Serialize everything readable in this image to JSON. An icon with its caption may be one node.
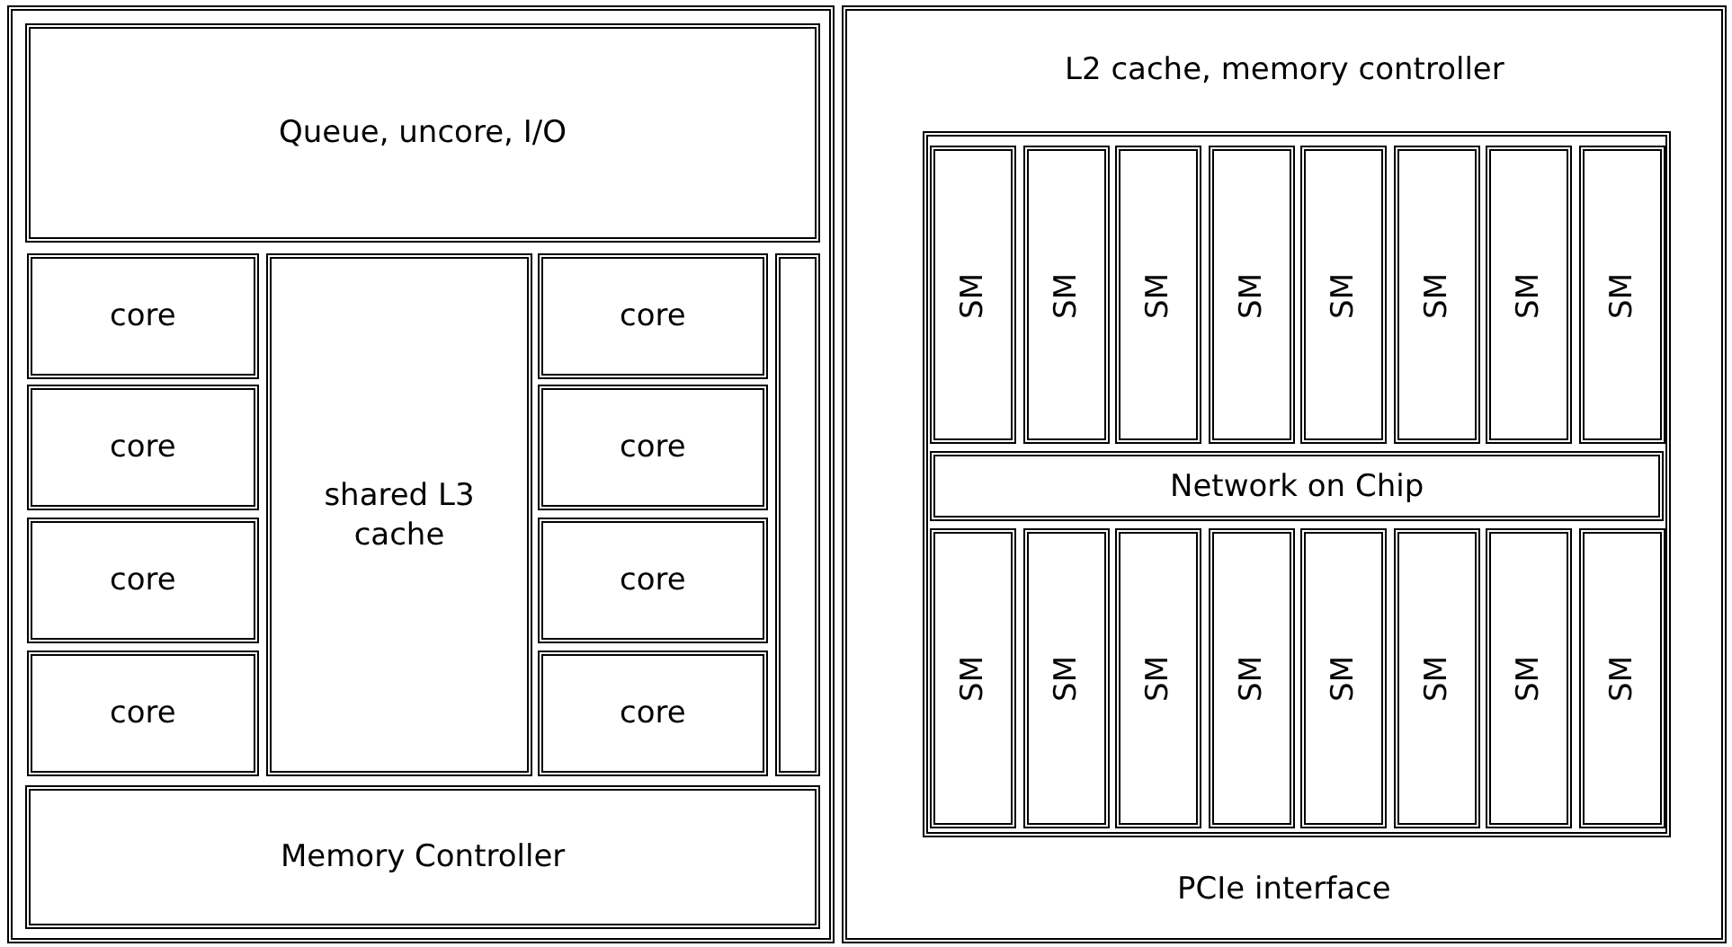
{
  "diagram": {
    "nodes": [
      {
        "text": [],
        "shape": "box"
      },
      {
        "text": [
          "Queue, uncore, I/O"
        ],
        "in": 0
      },
      {
        "text": [
          "core"
        ],
        "in": 0
      },
      {
        "text": [
          "core"
        ],
        "in": 0
      },
      {
        "text": [
          "core"
        ],
        "in": 0
      },
      {
        "text": [
          "core"
        ],
        "in": 0
      },
      {
        "text": [
          "shared L3 cache"
        ],
        "in": 0
      },
      {
        "text": [
          "core"
        ],
        "in": 0
      },
      {
        "text": [
          "core"
        ],
        "in": 0
      },
      {
        "text": [
          "core"
        ],
        "in": 0
      },
      {
        "text": [
          "core"
        ],
        "in": 0
      },
      {
        "text": [],
        "shape": "box",
        "in": 0
      },
      {
        "text": [
          "Memory Controller"
        ],
        "in": 0
      },
      {
        "text": [
          "L2 cache, memory controller",
          "PCIe interface"
        ]
      },
      {
        "text": [],
        "shape": "box",
        "in": 13
      },
      {
        "text": [
          "SM"
        ],
        "in": 14
      },
      {
        "text": [
          "SM"
        ],
        "in": 14
      },
      {
        "text": [
          "SM"
        ],
        "in": 14
      },
      {
        "text": [
          "SM"
        ],
        "in": 14
      },
      {
        "text": [
          "SM"
        ],
        "in": 14
      },
      {
        "text": [
          "SM"
        ],
        "in": 14
      },
      {
        "text": [
          "SM"
        ],
        "in": 14
      },
      {
        "text": [
          "SM"
        ],
        "in": 14
      },
      {
        "text": [
          "Network on Chip"
        ],
        "in": 14
      },
      {
        "text": [
          "SM"
        ],
        "in": 14
      },
      {
        "text": [
          "SM"
        ],
        "in": 14
      },
      {
        "text": [
          "SM"
        ],
        "in": 14
      },
      {
        "text": [
          "SM"
        ],
        "in": 14
      },
      {
        "text": [
          "SM"
        ],
        "in": 14
      },
      {
        "text": [
          "SM"
        ],
        "in": 14
      },
      {
        "text": [
          "SM"
        ],
        "in": 14
      },
      {
        "text": [
          "SM"
        ],
        "in": 14
      }
    ],
    "edges": []
  }
}
